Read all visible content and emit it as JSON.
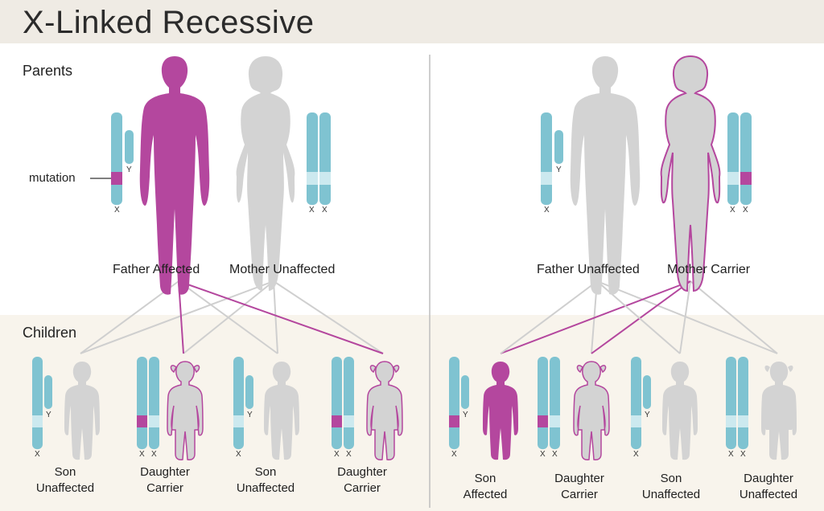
{
  "title": "X-Linked Recessive",
  "sections": {
    "parents": "Parents",
    "children": "Children"
  },
  "mutation_label": "mutation",
  "chrom_labels": {
    "x": "X",
    "y": "Y"
  },
  "colors": {
    "affected": "#b4479e",
    "unaffected": "#d3d3d3",
    "chromosome": "#7fc3d1",
    "chromosome_light": "#cce9ef",
    "mutation": "#b4479e",
    "banner": "#efebe4",
    "children_band": "#f8f4ec"
  },
  "left_panel": {
    "father": "Father Affected",
    "mother": "Mother Unaffected",
    "children": [
      {
        "line1": "Son",
        "line2": "Unaffected"
      },
      {
        "line1": "Daughter",
        "line2": "Carrier"
      },
      {
        "line1": "Son",
        "line2": "Unaffected"
      },
      {
        "line1": "Daughter",
        "line2": "Carrier"
      }
    ]
  },
  "right_panel": {
    "father": "Father Unaffected",
    "mother": "Mother Carrier",
    "children": [
      {
        "line1": "Son",
        "line2": "Affected"
      },
      {
        "line1": "Daughter",
        "line2": "Carrier"
      },
      {
        "line1": "Son",
        "line2": "Unaffected"
      },
      {
        "line1": "Daughter",
        "line2": "Unaffected"
      }
    ]
  }
}
